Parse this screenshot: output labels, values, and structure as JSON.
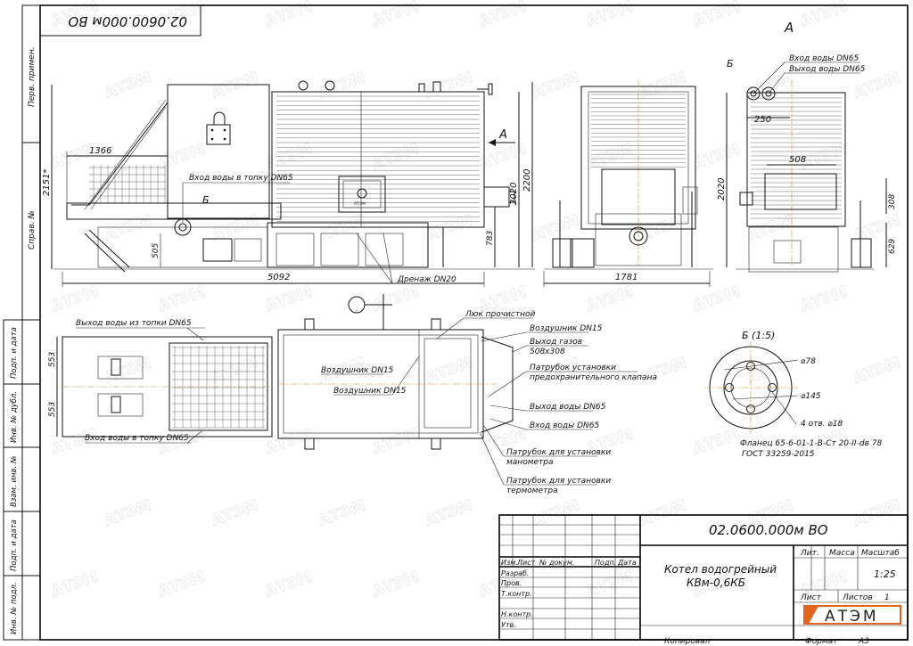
{
  "drawing": {
    "code": "02.0600.000м ВО",
    "code_rotated": "02.0600.000м ВО",
    "title_line1": "Котел водогрейный",
    "title_line2": "КВм-0,6КБ",
    "view_label_A": "А",
    "view_arrow_A": "А",
    "view_label_B_top": "Б",
    "view_label_B_right": "Б",
    "detail_label": "Б (1:5)",
    "watermark": "АТЭМ"
  },
  "left_strip": [
    "Перв. примен.",
    "Справ. №",
    "Подп. и дата",
    "Инв. № дубл.",
    "Взам. инв. №",
    "Подп. и дата",
    "Инв. № подл."
  ],
  "front_view": {
    "dim_width": "5092",
    "dim_hopper": "1366",
    "dim_height_left": "2151*",
    "dim_height_1": "2020",
    "dim_height_2": "2200",
    "dim_783": "783",
    "dim_505": "505",
    "label_inlet_tank": "Вход воды в топку DN65",
    "label_drain": "Дренаж DN20",
    "door_label": "АТЭМ"
  },
  "side_view": {
    "dim_width": "1781"
  },
  "view_a": {
    "inlet": "Вход воды DN65",
    "outlet": "Выход воды DN65",
    "dim_250": "250",
    "dim_508": "508",
    "dim_2020": "2020",
    "dim_308": "308",
    "dim_629": "629"
  },
  "plan_view": {
    "out_from_tank": "Выход воды из топки DN65",
    "in_to_tank": "Вход воды в топку DN65",
    "dim_553_top": "553",
    "dim_553_bottom": "553",
    "vent_1": "Воздушник DN15",
    "vent_2": "Воздушник DN15",
    "vent_3": "Воздушник DN15",
    "hatch": "Люк прочистной",
    "gas_out_1": "Выход газов",
    "gas_out_2": "508х308",
    "valve_1": "Патрубок установки",
    "valve_2": "предохранительного клапана",
    "water_out": "Выход воды DN65",
    "water_in": "Вход воды DN65",
    "manometer_1": "Патрубок для установки",
    "manometer_2": "манометра",
    "thermo_1": "Патрубок для установки",
    "thermo_2": "термометра"
  },
  "detail_b": {
    "d78": "⌀78",
    "d145": "⌀145",
    "holes": "4 отв. ⌀18",
    "note1": "Фланец 65-6-01-1-В-Ст 20-II-dв 78",
    "note2": "ГОСТ 33259-2015"
  },
  "title_block": {
    "col_headers": [
      "Изм.",
      "Лист",
      "№ докум.",
      "Подп.",
      "Дата"
    ],
    "roles": [
      "Разраб.",
      "Пров.",
      "Т.контр.",
      "",
      "Н.контр.",
      "Утв."
    ],
    "lit": "Лит.",
    "mass": "Масса",
    "scale_h": "Масштаб",
    "scale": "1:25",
    "sheet": "Лист",
    "sheets": "Листов",
    "sheets_n": "1",
    "logo": "АТЭМ",
    "copied": "Копировал",
    "format": "Формат",
    "format_v": "А3"
  }
}
